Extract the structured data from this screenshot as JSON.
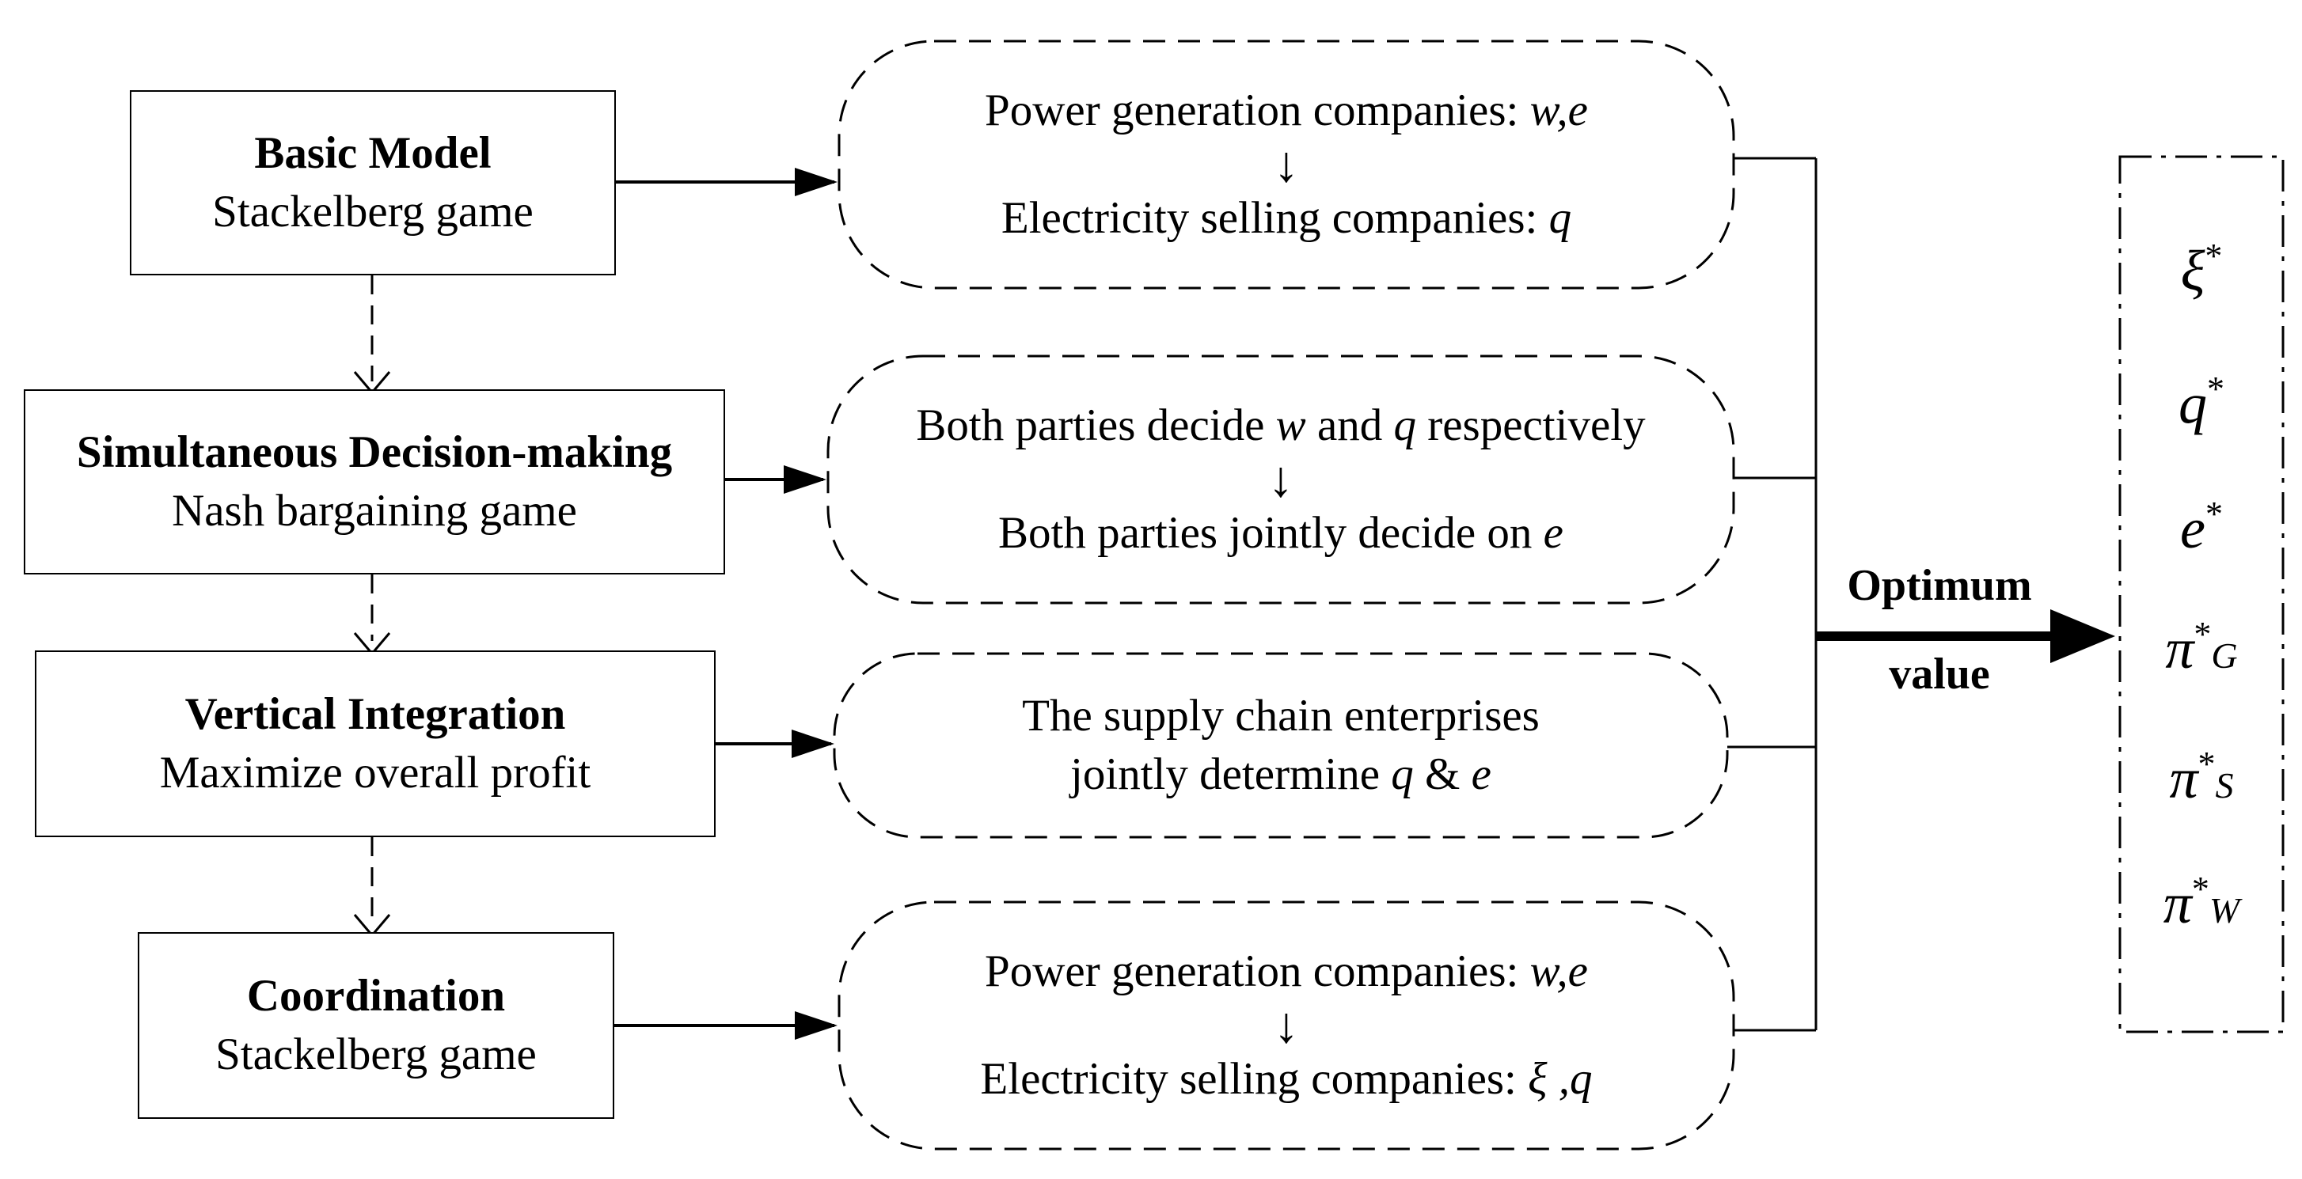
{
  "models": [
    {
      "title": "Basic Model",
      "subtitle": "Stackelberg game"
    },
    {
      "title": "Simultaneous Decision-making",
      "subtitle": "Nash bargaining game"
    },
    {
      "title": "Vertical Integration",
      "subtitle": "Maximize overall profit"
    },
    {
      "title": "Coordination",
      "subtitle": "Stackelberg game"
    }
  ],
  "decisions": [
    {
      "top_text": "Power generation companies: ",
      "top_vars": "w,e",
      "arrow": "↓",
      "bottom_text": "Electricity selling companies: ",
      "bottom_vars": "q"
    },
    {
      "top_pre": "Both parties decide ",
      "top_v1": "w",
      "top_mid": " and ",
      "top_v2": "q",
      "top_post": " respectively",
      "arrow": "↓",
      "bottom_text": "Both parties jointly decide on ",
      "bottom_vars": "e"
    },
    {
      "line1": "The supply chain enterprises",
      "line2_text": "jointly determine ",
      "line2_v1": "q",
      "line2_mid": " & ",
      "line2_v2": "e"
    },
    {
      "top_text": "Power generation companies: ",
      "top_vars": "w,e",
      "arrow": "↓",
      "bottom_text": "Electricity selling companies:  ",
      "bottom_vars": "ξ ,q"
    }
  ],
  "optimum_label": {
    "line1": "Optimum",
    "line2": "value"
  },
  "results": [
    {
      "symbol": "ξ",
      "sup": "*",
      "sub": ""
    },
    {
      "symbol": "q",
      "sup": "*",
      "sub": ""
    },
    {
      "symbol": "e",
      "sup": "*",
      "sub": ""
    },
    {
      "symbol": "π",
      "sup": "*",
      "sub": "G"
    },
    {
      "symbol": "π",
      "sup": "*",
      "sub": "S"
    },
    {
      "symbol": "π",
      "sup": "*",
      "sub": "W"
    }
  ]
}
